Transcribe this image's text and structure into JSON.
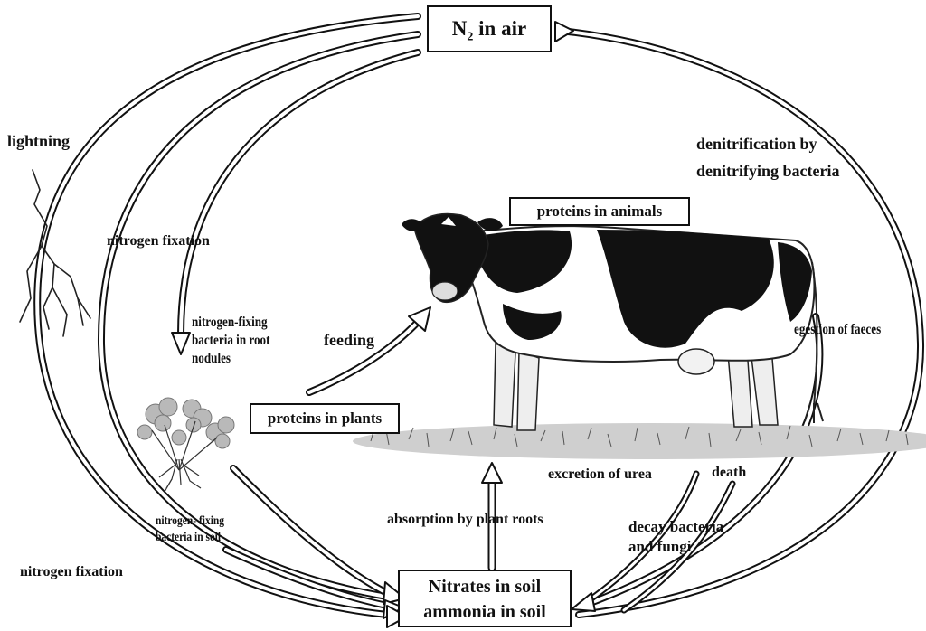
{
  "nodes": {
    "n2_air": {
      "main": "N",
      "sub": "2",
      "rest": " in air"
    },
    "proteins_animals": "proteins in animals",
    "proteins_plants": "proteins in plants",
    "nitrates_line1": "Nitrates in soil",
    "nitrates_line2": "ammonia in soil"
  },
  "labels": {
    "lightning": "lightning",
    "nitrogen_fixation_top": "nitrogen fixation",
    "nitrogen_fixation_bottom": "nitrogen fixation",
    "root_nodules_1": "nitrogen-fixing",
    "root_nodules_2": "bacteria in root",
    "root_nodules_3": "nodules",
    "feeding": "feeding",
    "soil_bacteria_1": "nitrogen- fixing",
    "soil_bacteria_2": "bacteria in soil",
    "absorption": "absorption by plant roots",
    "denitrification_1": "denitrification by",
    "denitrification_2": "denitrifying bacteria",
    "egestion": "egestion of faeces",
    "excretion": "excretion of urea",
    "death": "death",
    "decay_1": "decay bacteria",
    "decay_2": "and fungi"
  }
}
